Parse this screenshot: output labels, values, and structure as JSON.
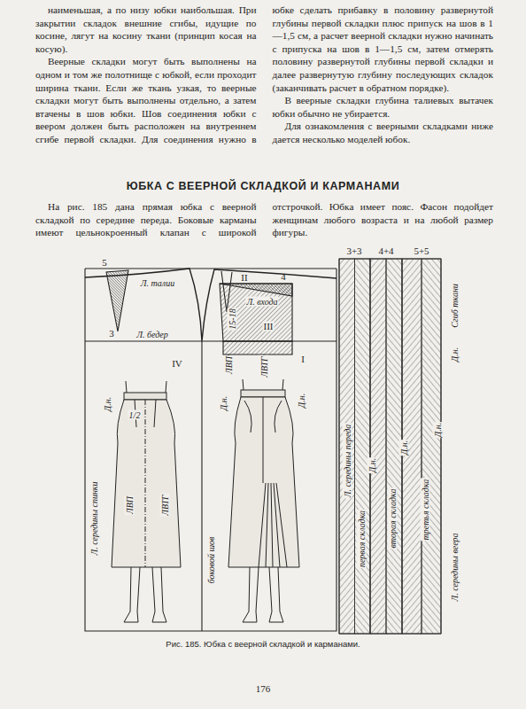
{
  "diagram": {
    "title": "ЮБКА С ВЕЕРНОЙ СКЛАДКОЙ И КАРМАНАМИ",
    "caption": "Рис. 185. Юбка с веерной складкой и карманами.",
    "labels": [
      "наименьшая, а по низу юбки наибольшая. При закрытии складок внешние сгибы, идущие по косине, лягут на косину ткани (принцип косая на косую).",
      "Веерные складки могут быть выполнены на одном и том же полотнище с юбкой, если проходит ширина ткани. Если же ткань узкая, то веерные складки могут быть выполнены отдельно, а затем втачены в шов юбки. Шов соединения юбки с веером должен быть расположен на внутреннем сгибе первой складки. Для соединения нужно в юбке сделать прибавку в половину развернутой глубины первой складки плюс припуск на шов в 1—1,5 см, а расчет веерной складки нужно начинать с припуска на шов в 1—1,5 см, затем отмерять половину развернутой глубины первой складки и далее развернутую глубину последующих складок (заканчивать расчет в обратном порядке).",
      "В веерные складки глубина талиевых вытачек юбки обычно не убирается.",
      "Для ознакомления с веерными складками ниже дается несколько моделей юбок.",
      "На рис. 185 дана прямая юбка с веерной складкой по середине переда. Боковые карманы имеют цельнокроенный клапан с широкой отстрочкой. Юбка имеет пояс. Фасон подойдет женщинам любого возраста и на любой размер фигуры.",
      "5",
      "Л. талии",
      "3",
      "Л. бедер",
      "II",
      "4",
      "Л. входа",
      "III",
      "15-18",
      "IV",
      "ЛВП",
      "ЛВТГ",
      "I",
      "Д.н.",
      "1/2",
      "Д.н.",
      "Д.н.",
      "Л. середины спинки",
      "ЛВП",
      "ЛВТГ",
      "боковой шов",
      "3+3",
      "4+4",
      "5+5",
      "Сгиб ткани",
      "Д.н.",
      "Д.н.",
      "Д.н.",
      "Д.н.",
      "Л. середины переда",
      "первая складка",
      "вторая складка",
      "третья складка",
      "Л. середины веера",
      "176"
    ]
  }
}
